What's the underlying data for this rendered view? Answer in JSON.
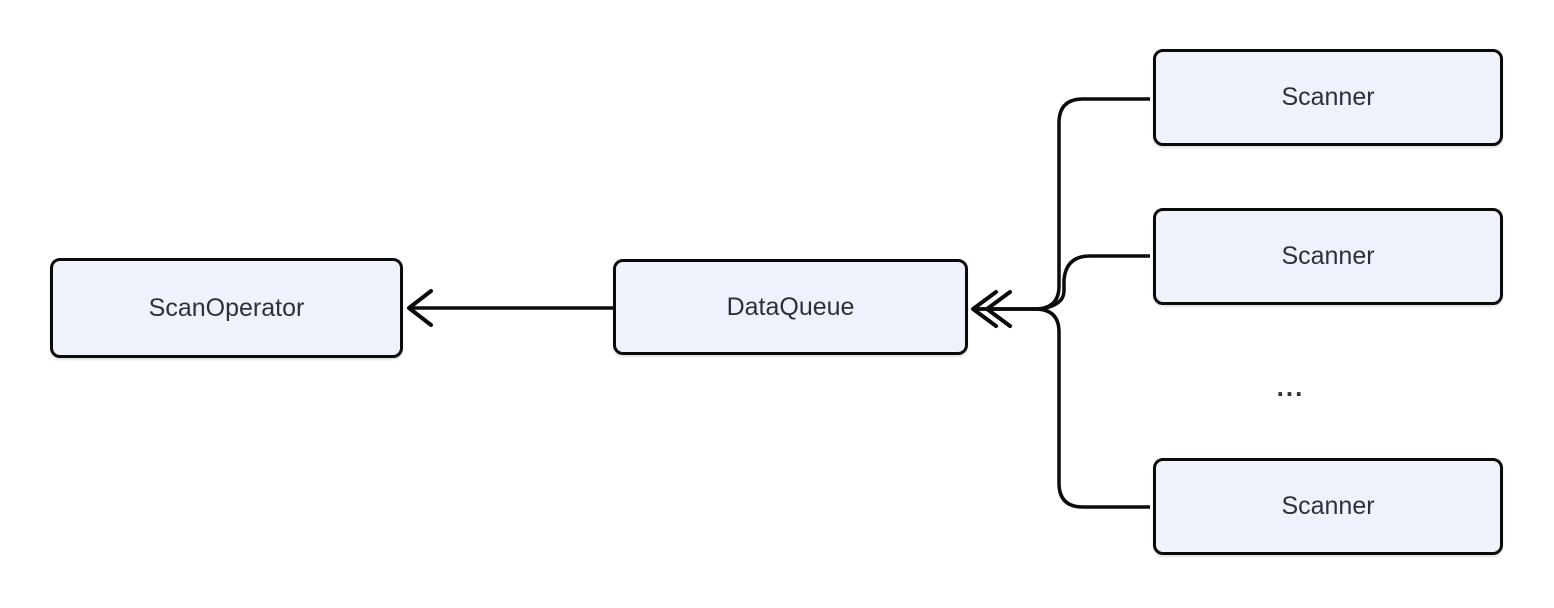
{
  "diagram": {
    "colors": {
      "background": "#ffffff",
      "node_fill": "#eef2fb",
      "node_border": "#0b0b0b",
      "text": "#2b313b",
      "edge": "#0b0b0b"
    },
    "nodes": {
      "scan_operator": {
        "label": "ScanOperator"
      },
      "data_queue": {
        "label": "DataQueue"
      },
      "scanner_1": {
        "label": "Scanner"
      },
      "scanner_2": {
        "label": "Scanner"
      },
      "scanner_3": {
        "label": "Scanner"
      },
      "ellipsis": {
        "label": "..."
      }
    },
    "edges": [
      {
        "from": "DataQueue",
        "to": "ScanOperator",
        "arrowhead": "open-chevron"
      },
      {
        "from": "Scanner (top)",
        "to": "DataQueue",
        "arrowhead": "double-open-chevron"
      },
      {
        "from": "Scanner (middle)",
        "to": "DataQueue",
        "arrowhead": "double-open-chevron"
      },
      {
        "from": "Scanner (bottom)",
        "to": "DataQueue",
        "arrowhead": "double-open-chevron"
      }
    ]
  }
}
